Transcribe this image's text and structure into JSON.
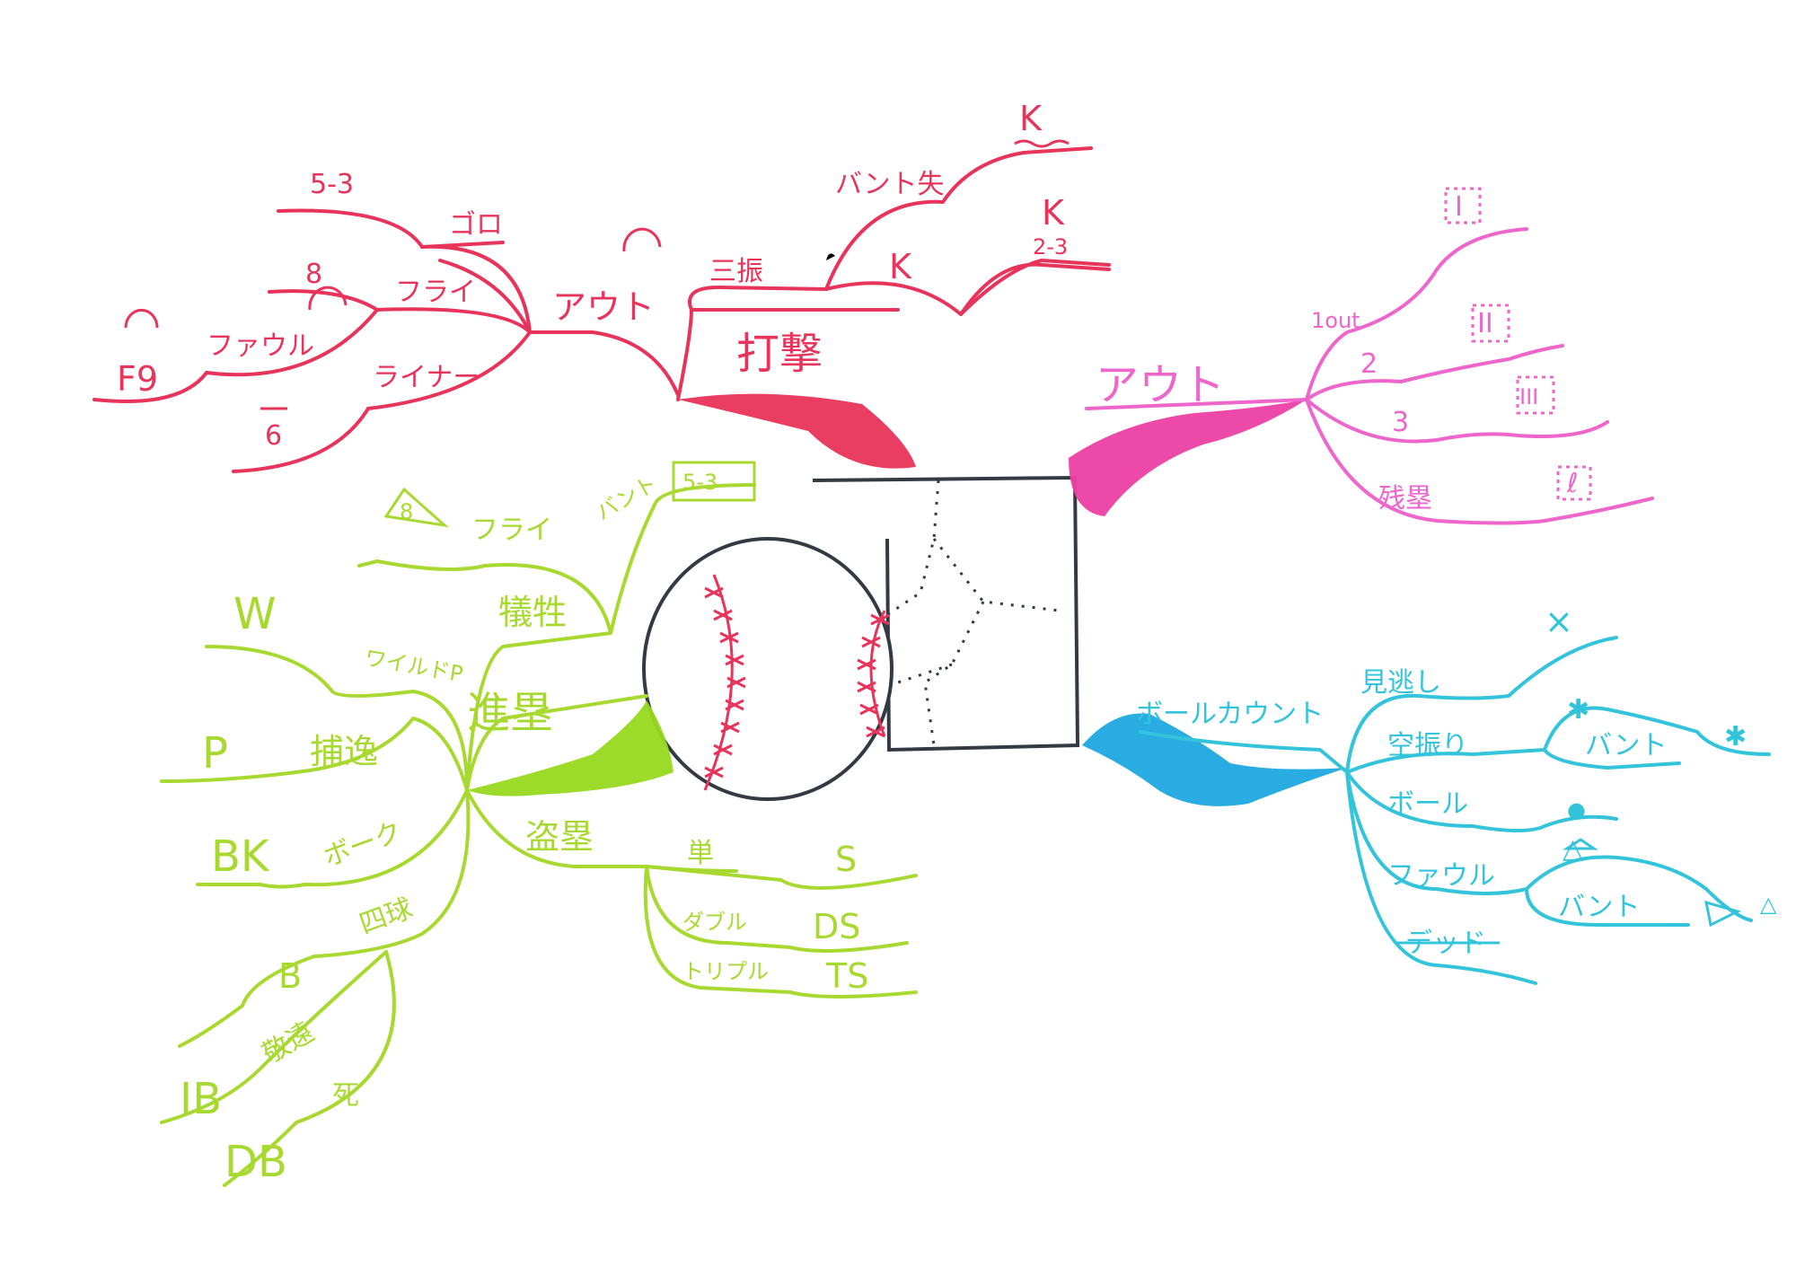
{
  "colors": {
    "batting": "#e8335a",
    "out": "#ee66cc",
    "advance": "#a8d930",
    "count": "#33c4dc",
    "center_outline": "#333a44",
    "stitch": "#e8335a"
  },
  "center": {
    "ball_icon": "baseball-icon",
    "base_icon": "home-plate-icon"
  },
  "batting": {
    "title": "打撃",
    "out": "アウト",
    "goro": "ゴロ",
    "goro_53": "5-3",
    "fly": "フライ",
    "fly_8": "8",
    "foul": "ファウル",
    "foul_f9": "F9",
    "liner": "ライナー",
    "liner_6": "6",
    "strikeout": "三振",
    "k1": "K",
    "k2": "K",
    "k3": "K",
    "bunt_fail": "バント失",
    "k_23": "2-3"
  },
  "out_branch": {
    "title": "アウト",
    "one_out": "1out",
    "two": "2",
    "three": "3",
    "lob": "残塁",
    "mark_1": "I",
    "mark_2": "II",
    "mark_3": "III",
    "mark_lob": "ℓ"
  },
  "advance": {
    "title": "進塁",
    "sacrifice": "犠牲",
    "sac_fly": "フライ",
    "sac_fly_8": "8",
    "sac_bunt": "バント",
    "sac_bunt_53": "5-3",
    "wild": "ワイルドP",
    "wild_w": "W",
    "passed": "捕逸",
    "passed_p": "P",
    "balk": "ボーク",
    "balk_bk": "BK",
    "four_ball": "四球",
    "four_ball_b": "B",
    "intentional": "敬遠",
    "ib": "IB",
    "dead_ball": "死",
    "db": "DB",
    "steal": "盗塁",
    "single": "単",
    "single_s": "S",
    "double": "ダブル",
    "double_ds": "DS",
    "triple": "トリプル",
    "triple_ts": "TS"
  },
  "count": {
    "title": "ボールカウント",
    "looking": "見逃し",
    "looking_mark": "×",
    "swing": "空振り",
    "swing_bunt": "バント",
    "swing_mark": "✱",
    "swing_bunt_mark": "✱",
    "ball": "ボール",
    "ball_mark": "●",
    "foul": "ファウル",
    "foul_mark": "△",
    "foul_bunt": "バント",
    "foul_bunt_mark": "△",
    "dead": "デッド"
  }
}
